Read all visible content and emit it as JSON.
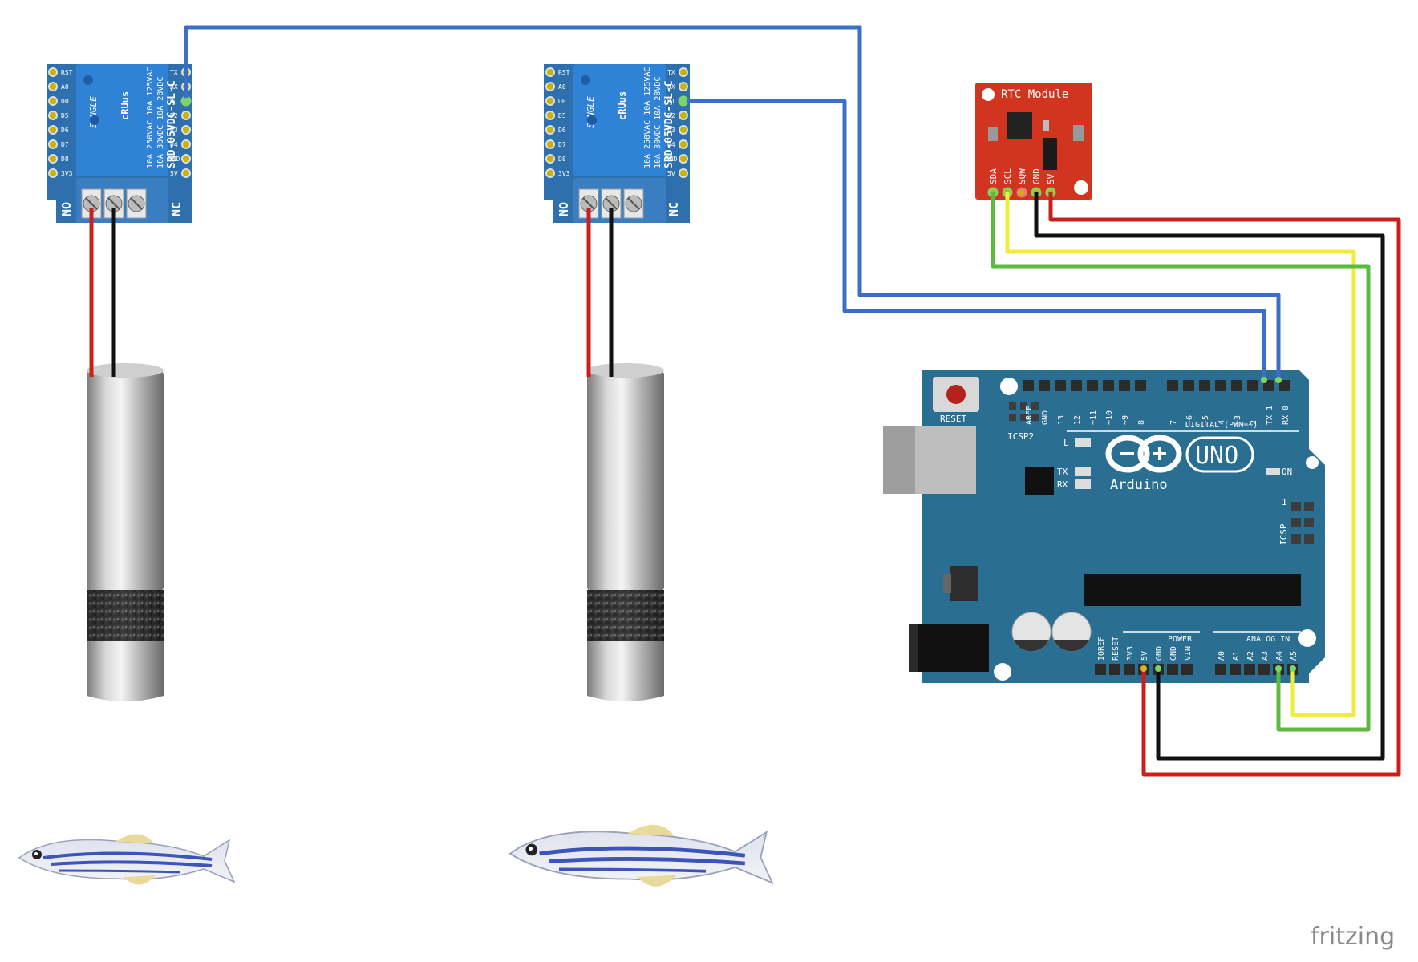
{
  "diagram": {
    "watermark": "fritzing"
  },
  "relays": [
    {
      "left_pins": [
        "RST",
        "A0",
        "D0",
        "D5",
        "D6",
        "D7",
        "D8",
        "3V3"
      ],
      "right_pins": [
        "TX",
        "RX",
        "D1",
        "D2",
        "D3",
        "D4",
        "GND",
        "5V"
      ],
      "brand": "SONGLE",
      "spec_lines": [
        "10A 250VAC 10A 125VAC",
        "10A 30VDC 10A 28VDC",
        "SRD-05VDC-SL-C"
      ],
      "cert": "cRUus",
      "no_label": "NO",
      "nc_label": "NC"
    },
    {
      "left_pins": [
        "RST",
        "A0",
        "D0",
        "D5",
        "D6",
        "D7",
        "D8",
        "3V3"
      ],
      "right_pins": [
        "TX",
        "RX",
        "D1",
        "D2",
        "D3",
        "D4",
        "GND",
        "5V"
      ],
      "brand": "SONGLE",
      "spec_lines": [
        "10A 250VAC 10A 125VAC",
        "10A 30VDC 10A 28VDC",
        "SRD-05VDC-SL-C"
      ],
      "cert": "cRUus",
      "no_label": "NO",
      "nc_label": "NC"
    }
  ],
  "rtc": {
    "title": "RTC Module",
    "pins": [
      "SDA",
      "SCL",
      "SQW",
      "GND",
      "5V"
    ]
  },
  "arduino": {
    "reset": "RESET",
    "icsp2": "ICSP2",
    "icsp": "ICSP",
    "icsp_pin1": "1",
    "led_l": "L",
    "led_tx": "TX",
    "led_rx": "RX",
    "led_on": "ON",
    "brand": "Arduino",
    "model": "UNO",
    "digital_label": "DIGITAL (PWM=~)",
    "digital_pins": [
      "AREF",
      "GND",
      "13",
      "12",
      "~11",
      "~10",
      "~9",
      "8",
      "7",
      "~6",
      "~5",
      "4",
      "~3",
      "2",
      "TX 1",
      "RX 0"
    ],
    "power_label": "POWER",
    "power_pins": [
      "IOREF",
      "RESET",
      "3V3",
      "5V",
      "GND",
      "GND",
      "VIN"
    ],
    "analog_label": "ANALOG IN",
    "analog_pins": [
      "A0",
      "A1",
      "A2",
      "A3",
      "A4",
      "A5"
    ]
  },
  "colors": {
    "wire_blue": "#3a6fc4",
    "wire_red": "#c8201e",
    "wire_black": "#111111",
    "wire_yellow": "#eded3a",
    "wire_green": "#5cba3c",
    "relay_board": "#2e6fae",
    "relay_body": "#2f7fd1",
    "rtc_board": "#d2351f",
    "arduino_board": "#2a6e92"
  }
}
